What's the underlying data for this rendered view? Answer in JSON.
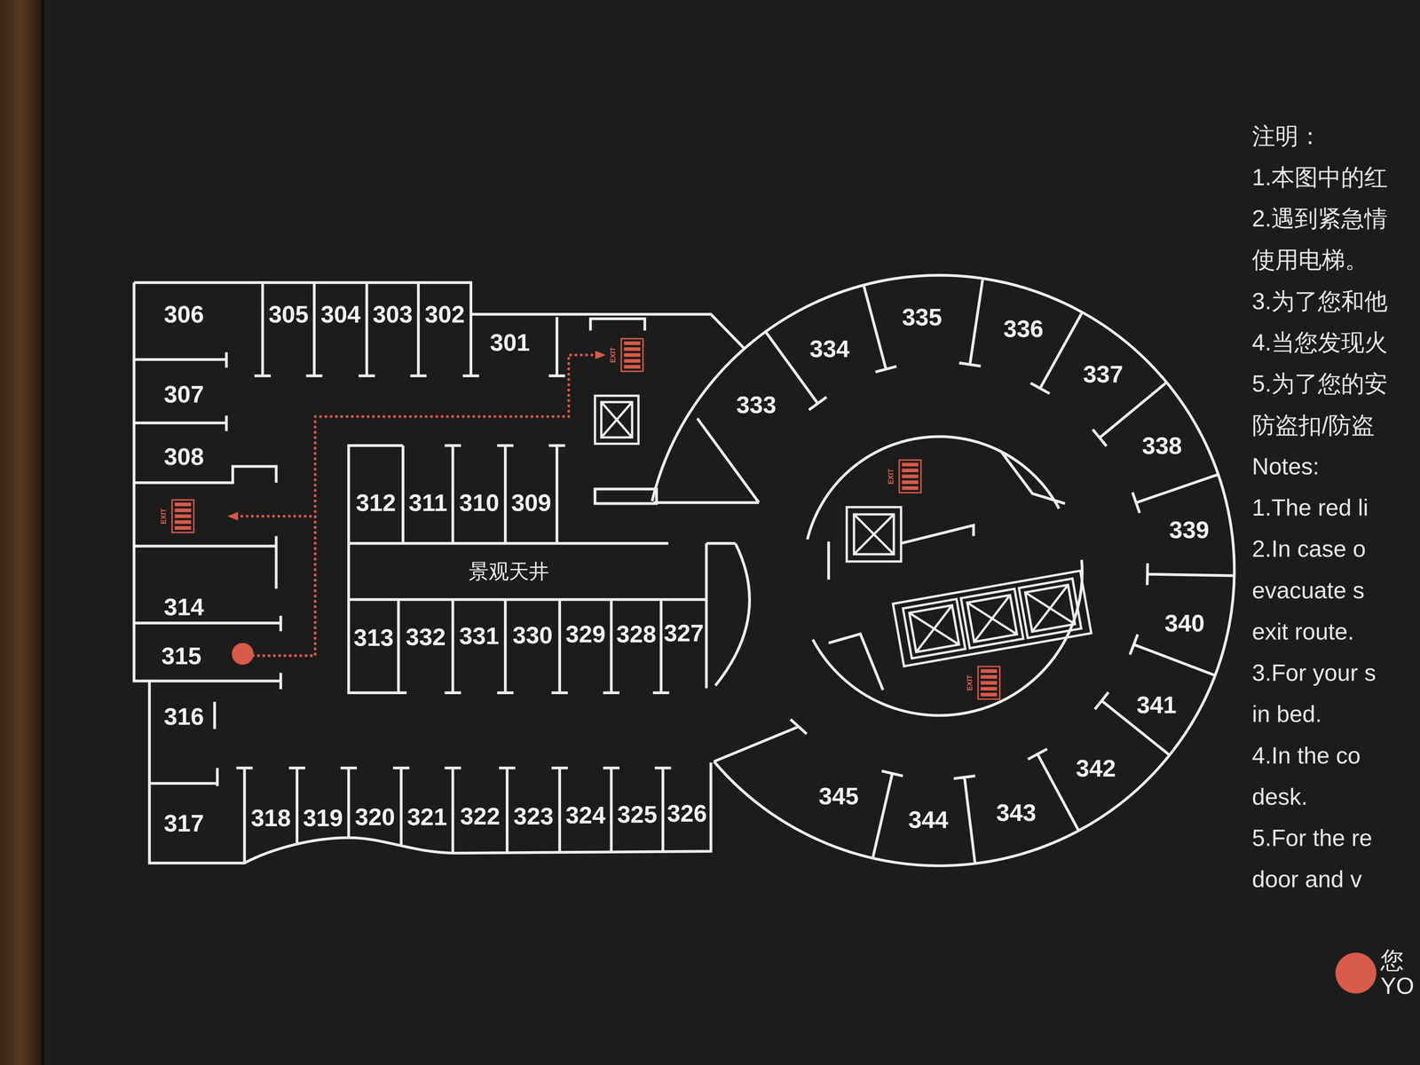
{
  "diagram": {
    "nodes": [
      {
        "text": [
          "306"
        ]
      },
      {
        "text": [
          "305"
        ]
      },
      {
        "text": [
          "304"
        ]
      },
      {
        "text": [
          "303"
        ]
      },
      {
        "text": [
          "302"
        ]
      },
      {
        "text": [
          "301"
        ]
      },
      {
        "text": [
          "307"
        ]
      },
      {
        "text": [
          "308"
        ]
      },
      {
        "text": [
          "314"
        ]
      },
      {
        "text": [
          "315"
        ]
      },
      {
        "text": [
          "316"
        ]
      },
      {
        "text": [
          "317"
        ]
      },
      {
        "text": [
          "312"
        ]
      },
      {
        "text": [
          "311"
        ]
      },
      {
        "text": [
          "310"
        ]
      },
      {
        "text": [
          "309"
        ]
      },
      {
        "text": [
          "景观天井"
        ]
      },
      {
        "text": [
          "313"
        ]
      },
      {
        "text": [
          "332"
        ]
      },
      {
        "text": [
          "331"
        ]
      },
      {
        "text": [
          "330"
        ]
      },
      {
        "text": [
          "329"
        ]
      },
      {
        "text": [
          "328"
        ]
      },
      {
        "text": [
          "327"
        ]
      },
      {
        "text": [
          "318"
        ]
      },
      {
        "text": [
          "319"
        ]
      },
      {
        "text": [
          "320"
        ]
      },
      {
        "text": [
          "321"
        ]
      },
      {
        "text": [
          "322"
        ]
      },
      {
        "text": [
          "323"
        ]
      },
      {
        "text": [
          "324"
        ]
      },
      {
        "text": [
          "325"
        ]
      },
      {
        "text": [
          "326"
        ]
      },
      {
        "text": [
          "333"
        ]
      },
      {
        "text": [
          "334"
        ]
      },
      {
        "text": [
          "335"
        ]
      },
      {
        "text": [
          "336"
        ]
      },
      {
        "text": [
          "337"
        ]
      },
      {
        "text": [
          "338"
        ]
      },
      {
        "text": [
          "339"
        ]
      },
      {
        "text": [
          "340"
        ]
      },
      {
        "text": [
          "341"
        ]
      },
      {
        "text": [
          "342"
        ]
      },
      {
        "text": [
          "343"
        ]
      },
      {
        "text": [
          "344"
        ]
      },
      {
        "text": [
          "345"
        ]
      },
      {
        "text": [
          "EXIT"
        ]
      },
      {
        "text": [
          "EXIT"
        ]
      },
      {
        "text": [
          "EXIT"
        ]
      },
      {
        "text": [
          "EXIT"
        ]
      }
    ],
    "edges": [
      {
        "from": 9,
        "to": 46,
        "arrow": "to"
      },
      {
        "from": 9,
        "to": 47,
        "arrow": "to"
      }
    ],
    "labels": [
      "注明：",
      "1.本图中的红",
      "2.遇到紧急情",
      "使用电梯。",
      "3.为了您和他",
      "4.当您发现火",
      "5.为了您的安",
      "防盗扣/防盗",
      "Notes:",
      "1.The red li",
      "2.In case o",
      "evacuate s",
      "exit route.",
      "3.For your s",
      "in bed.",
      "4.In the co",
      "desk.",
      "5.For the re",
      "door and v"
    ],
    "legend": [
      {
        "text": "您 YO",
        "color": "#d85a4a"
      }
    ]
  }
}
